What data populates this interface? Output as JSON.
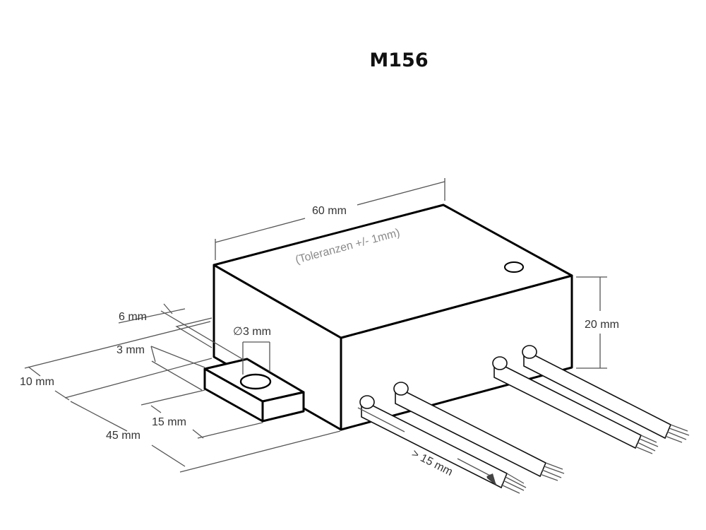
{
  "title": "M156",
  "dimensions": {
    "length": "60 mm",
    "tolerance": "(Toleranzen +/- 1mm)",
    "height": "20 mm",
    "hole_diameter": "∅3 mm",
    "tab_width": "6 mm",
    "tab_thickness": "3 mm",
    "offset": "10 mm",
    "tab_length": "15 mm",
    "depth": "45 mm",
    "wire_length": "> 15 mm"
  }
}
